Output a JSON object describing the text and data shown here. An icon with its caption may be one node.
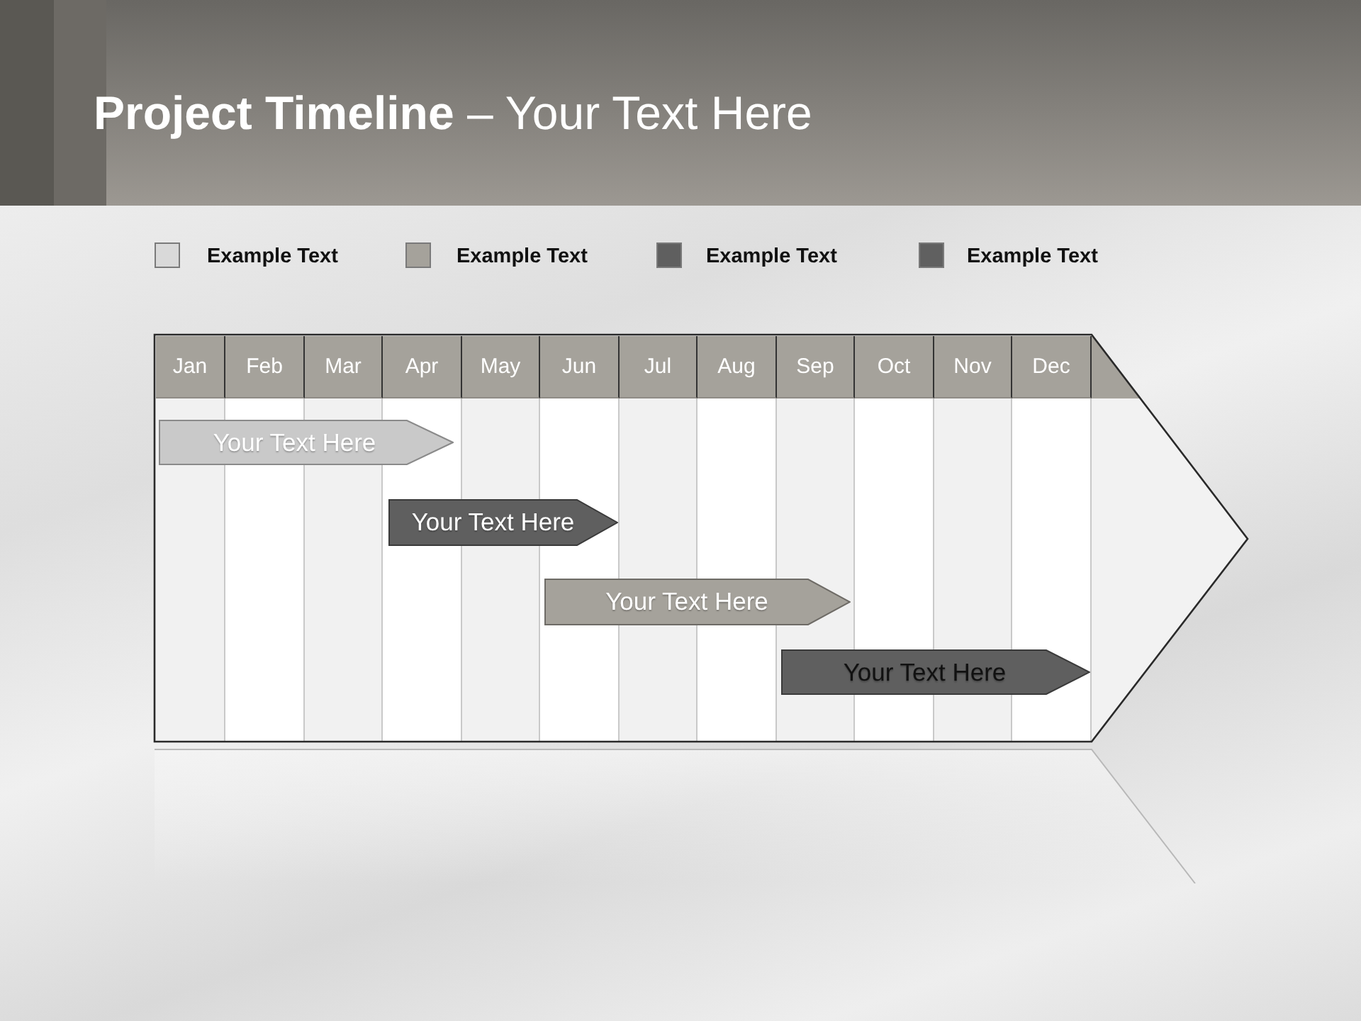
{
  "diagram": {
    "title": "**Project Timeline** – Your Text Here",
    "nodes": [
      {
        "text": [
          "Your Text Here"
        ]
      },
      {
        "text": [
          "Your Text Here"
        ]
      },
      {
        "text": [
          "Your Text Here"
        ]
      },
      {
        "text": [
          "Your Text Here"
        ]
      }
    ],
    "labels": [
      "Jan",
      "Feb",
      "Mar",
      "Apr",
      "May",
      "Jun",
      "Jul",
      "Aug",
      "Sep",
      "Oct",
      "Nov",
      "Dec"
    ],
    "legend": [
      {
        "text": "Example Text",
        "color": "#d9d9d9"
      },
      {
        "text": "Example Text",
        "color": "#a5a29b"
      },
      {
        "text": "Example Text",
        "color": "#5f5f5f"
      },
      {
        "text": "Example Text",
        "color": "#606060"
      }
    ]
  }
}
